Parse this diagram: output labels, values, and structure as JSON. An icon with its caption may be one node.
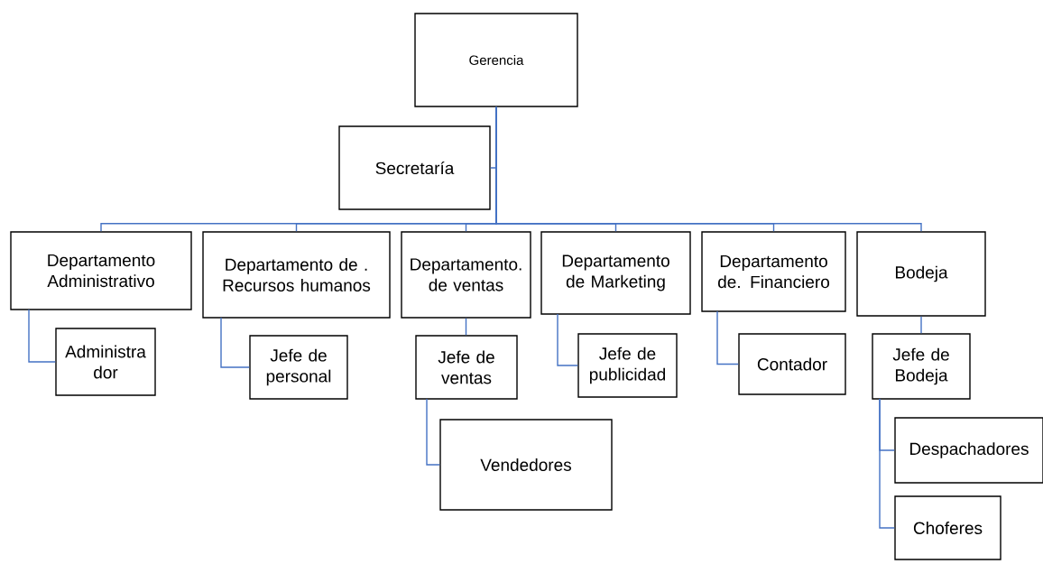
{
  "diagram": {
    "nodes": [
      {
        "text": [
          "Gerencia"
        ]
      },
      {
        "text": [
          "Secretaría"
        ]
      },
      {
        "text": [
          "Departamento Administrativo"
        ]
      },
      {
        "text": [
          "Departamento de . Recursos humanos"
        ]
      },
      {
        "text": [
          "Departamento. de ventas"
        ]
      },
      {
        "text": [
          "Departamento de Marketing"
        ]
      },
      {
        "text": [
          "Departamento de. Financiero"
        ]
      },
      {
        "text": [
          "Bodeja"
        ]
      },
      {
        "text": [
          "Administra dor"
        ]
      },
      {
        "text": [
          "Jefe de personal"
        ]
      },
      {
        "text": [
          "Jefe de ventas"
        ]
      },
      {
        "text": [
          "Jefe de publicidad"
        ]
      },
      {
        "text": [
          "Contador"
        ]
      },
      {
        "text": [
          "Jefe de Bodeja"
        ]
      },
      {
        "text": [
          "Vendedores"
        ]
      },
      {
        "text": [
          "Despachadores"
        ]
      },
      {
        "text": [
          "Choferes"
        ]
      }
    ],
    "edges": [
      {
        "from": 0,
        "to": 1,
        "arrow": "none"
      },
      {
        "from": 0,
        "to": 2,
        "arrow": "none"
      },
      {
        "from": 0,
        "to": 3,
        "arrow": "none"
      },
      {
        "from": 0,
        "to": 4,
        "arrow": "none"
      },
      {
        "from": 0,
        "to": 5,
        "arrow": "none"
      },
      {
        "from": 0,
        "to": 6,
        "arrow": "none"
      },
      {
        "from": 0,
        "to": 7,
        "arrow": "none"
      },
      {
        "from": 2,
        "to": 8,
        "arrow": "none"
      },
      {
        "from": 3,
        "to": 9,
        "arrow": "none"
      },
      {
        "from": 4,
        "to": 10,
        "arrow": "none"
      },
      {
        "from": 5,
        "to": 11,
        "arrow": "none"
      },
      {
        "from": 6,
        "to": 12,
        "arrow": "none"
      },
      {
        "from": 7,
        "to": 13,
        "arrow": "none"
      },
      {
        "from": 10,
        "to": 14,
        "arrow": "none"
      },
      {
        "from": 13,
        "to": 15,
        "arrow": "none"
      },
      {
        "from": 13,
        "to": 16,
        "arrow": "none"
      }
    ]
  }
}
